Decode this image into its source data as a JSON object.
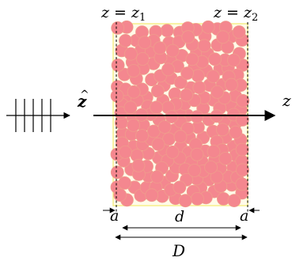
{
  "labels": {
    "z1_var": "z",
    "z1_eq": " = ",
    "z1_sym": "z",
    "z1_sub": "1",
    "z2_var": "z",
    "z2_eq": " = ",
    "z2_sym": "z",
    "z2_sub": "2",
    "zhat_axis": "z",
    "z_axis": "z",
    "a_left": "a",
    "d": "d",
    "a_right": "a",
    "D": "D"
  },
  "colors": {
    "particle_fill": "#f4878f",
    "particle_stroke": "#ef9c8c",
    "slab_fill": "#fffbe8",
    "slab_border": "#f7ef8a",
    "ink": "#000000"
  },
  "particles": {
    "seed": 7
  }
}
